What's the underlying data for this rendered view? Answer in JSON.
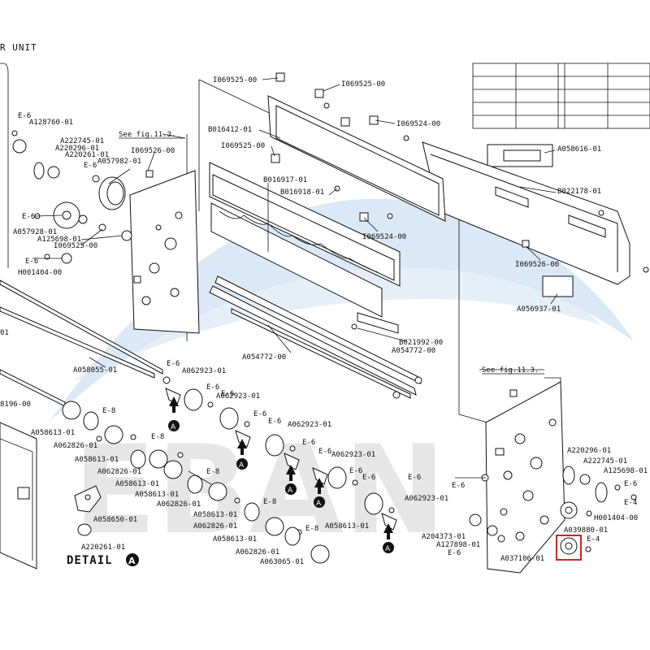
{
  "title": "R UNIT",
  "detail_label": "DETAIL",
  "detail_marker": "A",
  "see_fig_1": "See fig.11.3.",
  "see_fig_2": "See fig.11.3.",
  "watermark": "EBAN",
  "parts": [
    {
      "id": "p1",
      "text": "I069525-00"
    },
    {
      "id": "p2",
      "text": "I069525-00"
    },
    {
      "id": "p3",
      "text": "I069524-00"
    },
    {
      "id": "p4",
      "text": "B016412-01"
    },
    {
      "id": "p5",
      "text": "I069525-00"
    },
    {
      "id": "p6",
      "text": "B016917-01"
    },
    {
      "id": "p7",
      "text": "B016918-01"
    },
    {
      "id": "p8",
      "text": "I069524-00"
    },
    {
      "id": "p9",
      "text": "A058616-01"
    },
    {
      "id": "p10",
      "text": "B022178-01"
    },
    {
      "id": "p11",
      "text": "I069526-00"
    },
    {
      "id": "p12",
      "text": "A056937-01"
    },
    {
      "id": "p13",
      "text": "E-6"
    },
    {
      "id": "p14",
      "text": "A128760-01"
    },
    {
      "id": "p15",
      "text": "A222745-01"
    },
    {
      "id": "p16",
      "text": "A220296-01"
    },
    {
      "id": "p17",
      "text": "A220261-01"
    },
    {
      "id": "p18",
      "text": "E-6"
    },
    {
      "id": "p19",
      "text": "A057982-01"
    },
    {
      "id": "p20",
      "text": "I069526-00"
    },
    {
      "id": "p21",
      "text": "E-6"
    },
    {
      "id": "p22",
      "text": "A057928-01"
    },
    {
      "id": "p23",
      "text": "A125698-01"
    },
    {
      "id": "p24",
      "text": "I069525-00"
    },
    {
      "id": "p25",
      "text": "E-6"
    },
    {
      "id": "p26",
      "text": "H001404-00"
    },
    {
      "id": "p27",
      "text": "01"
    },
    {
      "id": "p28",
      "text": "A058055-01"
    },
    {
      "id": "p29",
      "text": "A054772-00"
    },
    {
      "id": "p30",
      "text": "B021992-00"
    },
    {
      "id": "p31",
      "text": "A054772-00"
    },
    {
      "id": "p32",
      "text": "8196-00"
    },
    {
      "id": "p33",
      "text": "E-6"
    },
    {
      "id": "p34",
      "text": "A062923-01"
    },
    {
      "id": "p35",
      "text": "E-6"
    },
    {
      "id": "p36",
      "text": "E-6"
    },
    {
      "id": "p37",
      "text": "A062923-01"
    },
    {
      "id": "p38",
      "text": "E-6"
    },
    {
      "id": "p39",
      "text": "E-6"
    },
    {
      "id": "p40",
      "text": "A062923-01"
    },
    {
      "id": "p41",
      "text": "E-6"
    },
    {
      "id": "p42",
      "text": "A062923-01"
    },
    {
      "id": "p43",
      "text": "E-6"
    },
    {
      "id": "p44",
      "text": "E-6"
    },
    {
      "id": "p45",
      "text": "E-6"
    },
    {
      "id": "p46",
      "text": "A062923-01"
    },
    {
      "id": "p47",
      "text": "A058613-01"
    },
    {
      "id": "p48",
      "text": "E-8"
    },
    {
      "id": "p49",
      "text": "A058613-01"
    },
    {
      "id": "p50",
      "text": "A062826-01"
    },
    {
      "id": "p51",
      "text": "A058613-01"
    },
    {
      "id": "p52",
      "text": "E-8"
    },
    {
      "id": "p53",
      "text": "A062826-01"
    },
    {
      "id": "p54",
      "text": "A058613-01"
    },
    {
      "id": "p55",
      "text": "E-8"
    },
    {
      "id": "p56",
      "text": "A058613-01"
    },
    {
      "id": "p57",
      "text": "A062826-01"
    },
    {
      "id": "p58",
      "text": "A058613-01"
    },
    {
      "id": "p59",
      "text": "E-8"
    },
    {
      "id": "p60",
      "text": "A062826-01"
    },
    {
      "id": "p61",
      "text": "A058613-01"
    },
    {
      "id": "p62",
      "text": "E-8"
    },
    {
      "id": "p63",
      "text": "A062826-01"
    },
    {
      "id": "p64",
      "text": "A063065-01"
    },
    {
      "id": "p65",
      "text": "A058650-01"
    },
    {
      "id": "p66",
      "text": "A220261-01"
    },
    {
      "id": "p67",
      "text": "A220296-01"
    },
    {
      "id": "p68",
      "text": "A222745-01"
    },
    {
      "id": "p69",
      "text": "A125698-01"
    },
    {
      "id": "p70",
      "text": "E-6"
    },
    {
      "id": "p71",
      "text": "E-6"
    },
    {
      "id": "p72",
      "text": "E-6"
    },
    {
      "id": "p73",
      "text": "E-4"
    },
    {
      "id": "p74",
      "text": "H001404-00"
    },
    {
      "id": "p75",
      "text": "A204373-01"
    },
    {
      "id": "p76",
      "text": "A127898-01"
    },
    {
      "id": "p77",
      "text": "E-6"
    },
    {
      "id": "p78",
      "text": "A037106-01"
    },
    {
      "id": "p79",
      "text": "A039880-01"
    },
    {
      "id": "p80",
      "text": "E-4"
    }
  ]
}
